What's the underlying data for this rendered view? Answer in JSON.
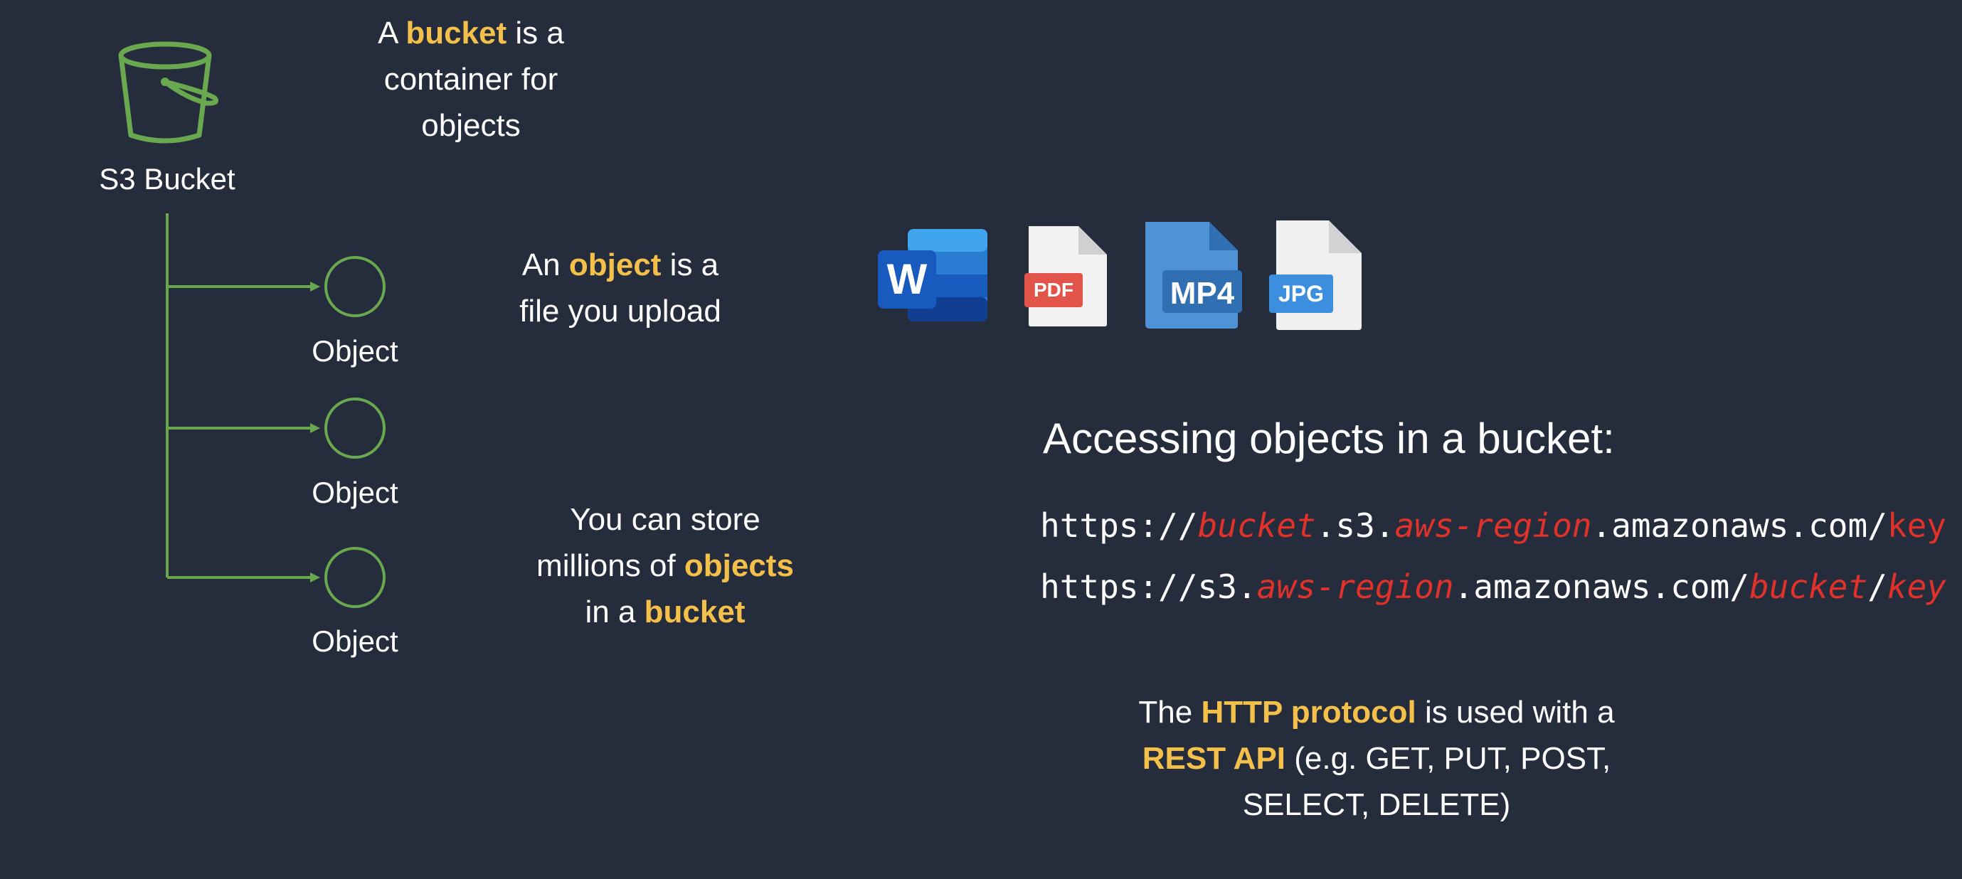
{
  "bucket": {
    "label": "S3 Bucket",
    "desc_pre": "A ",
    "desc_hl": "bucket",
    "desc_l1_post": " is a",
    "desc_l2": "container for",
    "desc_l3": "objects"
  },
  "objects": [
    {
      "label": "Object"
    },
    {
      "label": "Object"
    },
    {
      "label": "Object"
    }
  ],
  "object_desc": {
    "pre": "An ",
    "hl": "object",
    "post": " is a",
    "line2": "file you upload"
  },
  "store_desc": {
    "line1": "You can store",
    "line2_pre": "millions of ",
    "line2_hl": "objects",
    "line3_pre": "in a ",
    "line3_hl": "bucket"
  },
  "file_icons": [
    {
      "icon": "word-icon",
      "text": "W"
    },
    {
      "icon": "pdf-icon",
      "text": "PDF"
    },
    {
      "icon": "mp4-icon",
      "text": "MP4"
    },
    {
      "icon": "jpg-icon",
      "text": "JPG"
    }
  ],
  "access": {
    "title": "Accessing objects in a bucket:",
    "url1": {
      "p1": "https://",
      "v1": "bucket",
      "p2": ".s3.",
      "v2": "aws-region",
      "p3": ".amazonaws.com/",
      "v3": "key"
    },
    "url2": {
      "p1": "https://s3.",
      "v1": "aws-region",
      "p2": ".amazonaws.com/",
      "v2": "bucket",
      "p3": "/",
      "v3": "key"
    }
  },
  "http_desc": {
    "l1_pre": "The ",
    "l1_hl": "HTTP protocol",
    "l1_post": " is used with a",
    "l2_hl": "REST API",
    "l2_post": " (e.g. GET, PUT, POST,",
    "l3": "SELECT, DELETE)"
  },
  "colors": {
    "background": "#252d3c",
    "highlight": "#f5c04a",
    "tree": "#6aa84f",
    "variable": "#e0312a"
  }
}
